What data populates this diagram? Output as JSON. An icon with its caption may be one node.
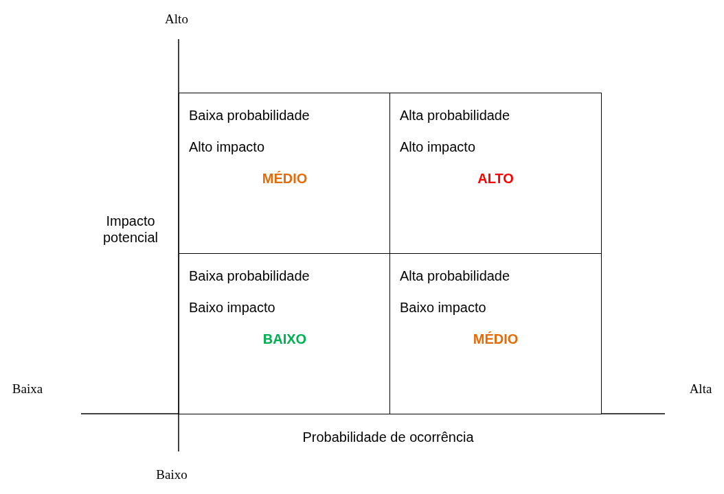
{
  "diagram": {
    "nodes": [
      {
        "text": [
          "Baixa probabilidade",
          "Alto impacto",
          "MÉDIO"
        ]
      },
      {
        "text": [
          "Alta probabilidade",
          "Alto impacto",
          "ALTO"
        ]
      },
      {
        "text": [
          "Baixa probabilidade",
          "Baixo impacto",
          "BAIXO"
        ]
      },
      {
        "text": [
          "Alta probabilidade",
          "Baixo impacto",
          "MÉDIO"
        ]
      }
    ],
    "labels": [
      "Alto",
      "Impacto potencial",
      "Baixa",
      "Alta",
      "Probabilidade de ocorrência",
      "Baixo"
    ]
  }
}
